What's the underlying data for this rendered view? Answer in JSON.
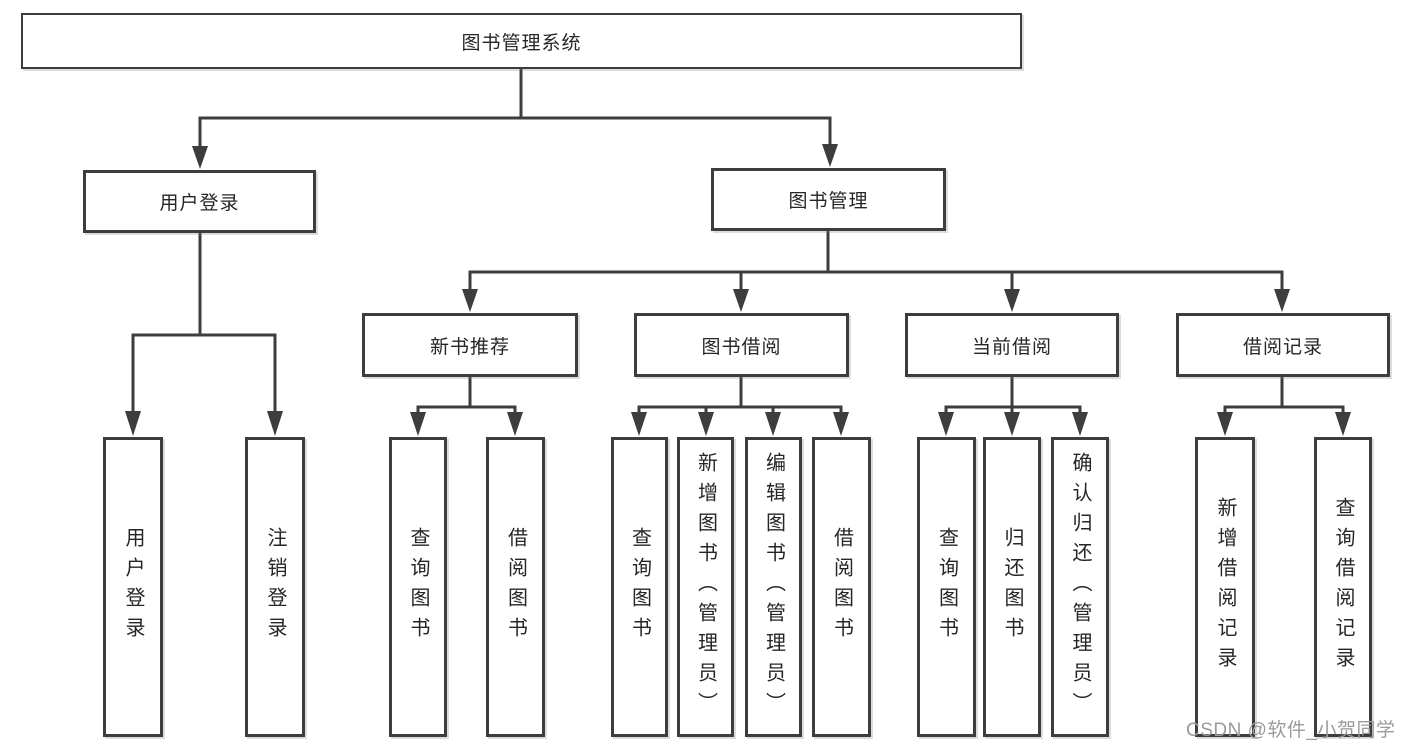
{
  "root": {
    "label": "图书管理系统",
    "children": [
      {
        "label": "用户登录",
        "children": [
          {
            "label": "用户登录"
          },
          {
            "label": "注销登录"
          }
        ]
      },
      {
        "label": "图书管理",
        "children": [
          {
            "label": "新书推荐",
            "children": [
              {
                "label": "查询图书"
              },
              {
                "label": "借阅图书"
              }
            ]
          },
          {
            "label": "图书借阅",
            "children": [
              {
                "label": "查询图书"
              },
              {
                "label": "新增图书（管理员）"
              },
              {
                "label": "编辑图书（管理员）"
              },
              {
                "label": "借阅图书"
              }
            ]
          },
          {
            "label": "当前借阅",
            "children": [
              {
                "label": "查询图书"
              },
              {
                "label": "归还图书"
              },
              {
                "label": "确认归还（管理员）"
              }
            ]
          },
          {
            "label": "借阅记录",
            "children": [
              {
                "label": "新增借阅记录"
              },
              {
                "label": "查询借阅记录"
              }
            ]
          }
        ]
      }
    ]
  },
  "watermark": {
    "text": "CSDN @软件_小贺同学"
  },
  "colors": {
    "line": "#3d3d3d",
    "box_border": "#3d3d3d",
    "text": "#262626",
    "background": "#ffffff",
    "watermark": "#9b9b9b"
  }
}
